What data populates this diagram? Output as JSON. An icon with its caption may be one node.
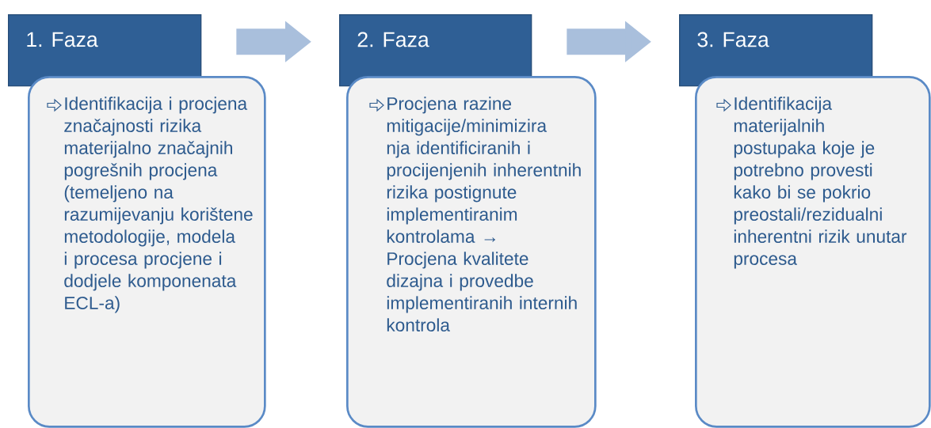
{
  "diagram": {
    "nodes": [
      {
        "text": [
          "1. Faza"
        ]
      },
      {
        "text": [
          "Identifikacija i procjena značajnosti rizika materijalno značajnih pogrešnih procjena (temeljeno na razumijevanju korištene metodologije, modela i procesa procjene i dodjele komponenata ECL-a)"
        ]
      },
      {
        "text": [
          "2. Faza"
        ]
      },
      {
        "text": [
          "Procjena razine mitigacije/minimizira nja identificiranih i procijenjenih inherentnih rizika postignute implementiranim kontrolama → Procjena kvalitete dizajna i provedbe implementiranih internih kontrola"
        ]
      },
      {
        "text": [
          "3. Faza"
        ]
      },
      {
        "text": [
          "Identifikacija materijalnih postupaka koje je potrebno provesti kako bi se pokrio preostali/rezidualni inherentni rizik unutar procesa"
        ]
      }
    ],
    "edges": [
      {
        "from": 0,
        "to": 2,
        "arrow": "to"
      },
      {
        "from": 2,
        "to": 4,
        "arrow": "to"
      }
    ]
  }
}
